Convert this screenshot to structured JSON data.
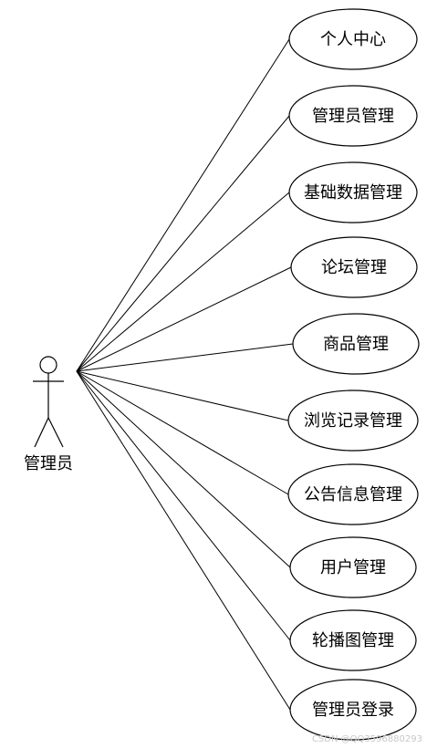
{
  "actor": {
    "label": "管理员"
  },
  "use_cases": [
    {
      "label": "个人中心"
    },
    {
      "label": "管理员管理"
    },
    {
      "label": "基础数据管理"
    },
    {
      "label": "论坛管理"
    },
    {
      "label": "商品管理"
    },
    {
      "label": "浏览记录管理"
    },
    {
      "label": "公告信息管理"
    },
    {
      "label": "用户管理"
    },
    {
      "label": "轮播图管理"
    },
    {
      "label": "管理员登录"
    }
  ],
  "watermark": "CSDN @QQ3596880293"
}
